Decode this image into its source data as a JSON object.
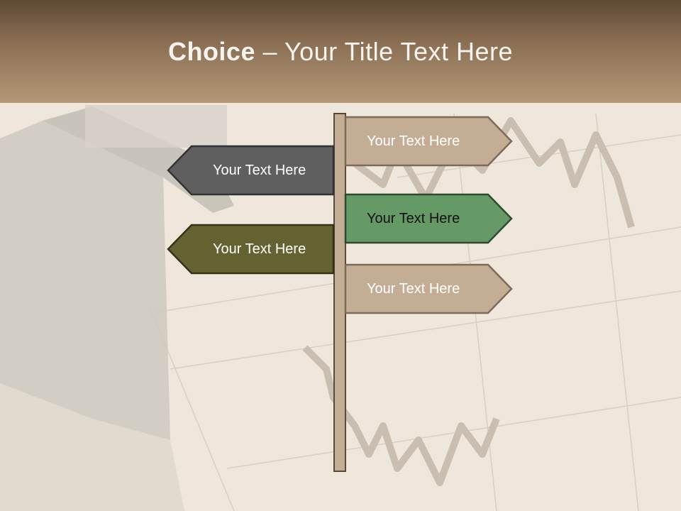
{
  "slide": {
    "title_bold": "Choice",
    "title_rest": " – Your Title Text Here"
  },
  "signs": [
    {
      "label": "Your Text Here",
      "direction": "right",
      "fill": "#c4ad95",
      "text_color": "#ffffff"
    },
    {
      "label": "Your Text Here",
      "direction": "left",
      "fill": "#5f5f5f",
      "text_color": "#ffffff"
    },
    {
      "label": "Your Text Here",
      "direction": "right",
      "fill": "#659966",
      "text_color": "#111111"
    },
    {
      "label": "Your Text Here",
      "direction": "left",
      "fill": "#646231",
      "text_color": "#ffffff"
    },
    {
      "label": "Your Text Here",
      "direction": "right",
      "fill": "#c4ad95",
      "text_color": "#ffffff"
    }
  ],
  "colors": {
    "header_dark": "#5e4a35",
    "header_light": "#b39878",
    "post": "#c4ad95",
    "outline": "#5a4a39"
  }
}
